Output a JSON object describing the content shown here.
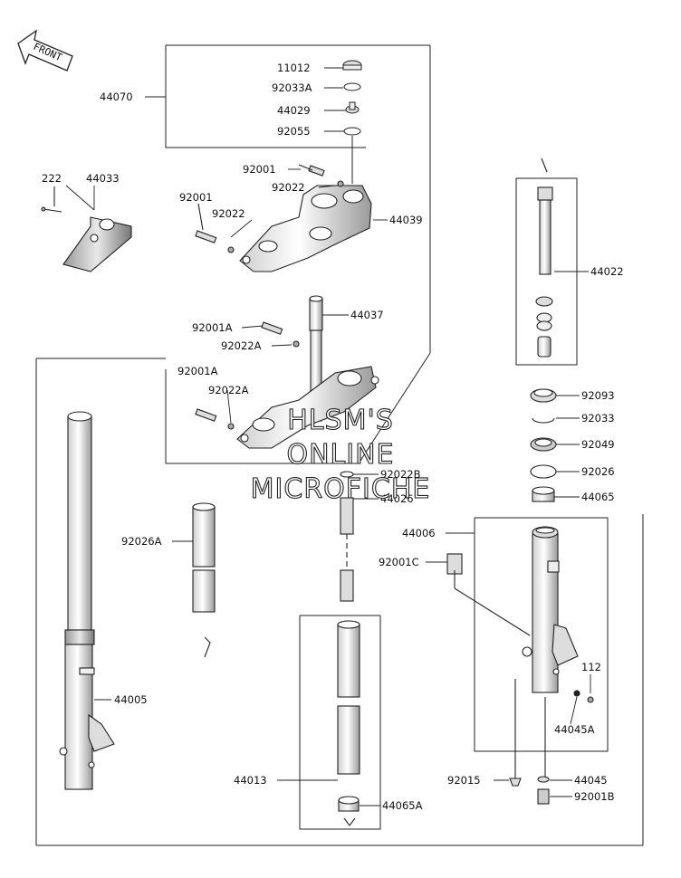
{
  "front_label": "FRONT",
  "watermark": [
    "HLSM'S",
    "ONLINE",
    "MICROFICHE"
  ],
  "parts": {
    "p11012": "11012",
    "p92033A": "92033A",
    "p44029": "44029",
    "p92055": "92055",
    "p44070": "44070",
    "p92001_top": "92001",
    "p92022_top": "92022",
    "p92001_left": "92001",
    "p92022_left": "92022",
    "p44039": "44039",
    "p222": "222",
    "p44033": "44033",
    "p44022": "44022",
    "p44037": "44037",
    "p92001A_1": "92001A",
    "p92022A_1": "92022A",
    "p92001A_2": "92001A",
    "p92022A_2": "92022A",
    "p92093": "92093",
    "p92033": "92033",
    "p92049": "92049",
    "p92026": "92026",
    "p44065": "44065",
    "p92022B": "92022B",
    "p44026": "44026",
    "p92026A": "92026A",
    "p44006": "44006",
    "p92001C": "92001C",
    "p112": "112",
    "p44005": "44005",
    "p44045A": "44045A",
    "p44013": "44013",
    "p92015": "92015",
    "p44045": "44045",
    "p92001B": "92001B",
    "p44065A": "44065A"
  }
}
